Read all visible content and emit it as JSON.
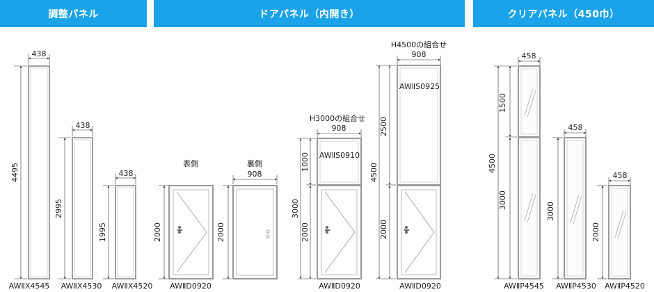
{
  "headers": {
    "adjust": "調整パネル",
    "door": "ドアパネル（内開き）",
    "clear": "クリアパネル（450巾）"
  },
  "door_labels": {
    "front": "表側",
    "back": "裏側"
  },
  "combo_labels": {
    "h3000": "H3000の組合せ",
    "h4500": "H4500の組合せ"
  },
  "dims": {
    "w438": "438",
    "w908": "908",
    "w458": "458",
    "h4495": "4495",
    "h2995": "2995",
    "h1995": "1995",
    "h2000": "2000",
    "h1000": "1000",
    "h3000": "3000",
    "h2500": "2500",
    "h4500": "4500",
    "h1500": "1500"
  },
  "models": {
    "x4545": "AWⅡX4545",
    "x4530": "AWⅡX4530",
    "x4520": "AWⅡX4520",
    "d0920": "AWⅡD0920",
    "s0910": "AWⅡS0910",
    "s0925": "AWⅡS0925",
    "p4545": "AWⅡP4545",
    "p4530": "AWⅡP4530",
    "p4520": "AWⅡP4520"
  }
}
